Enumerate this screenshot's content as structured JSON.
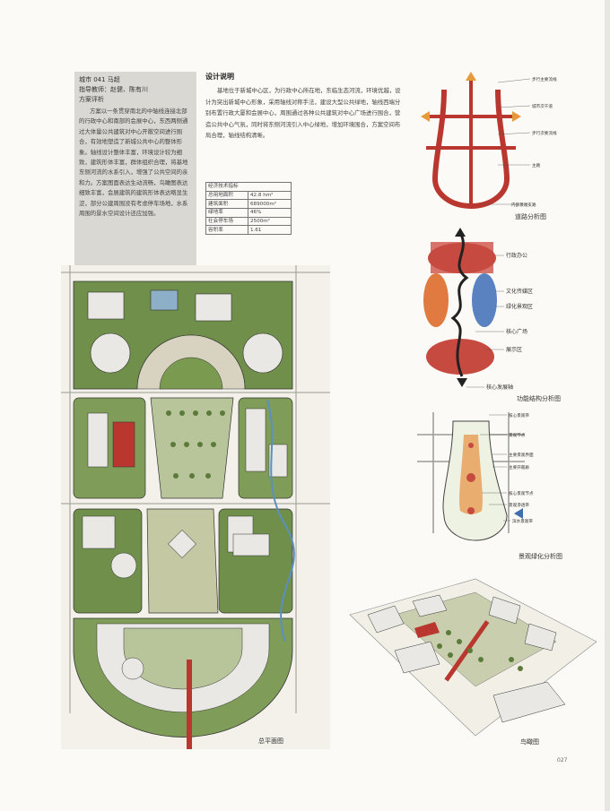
{
  "intro": {
    "case": "城市 041  马超",
    "advisors": "指导教师：赵健、陈有川",
    "review_title": "方案评析",
    "review_body": "方案以一条贯穿南北的中轴线连接北部的行政中心和南部的会展中心，东西两侧通过大体量公共建筑对中心开敞空间进行围合，有效地塑造了新城公共中心的整体形象。轴线设计整体丰富，环境设计较为细致，建筑形体丰富，群体组织合理，将基地东侧河流的水系引入，增强了公共空间的亲和力。方案图面表达生动流畅，鸟瞰图表达细致丰富，会展建筑的建筑形体表达略显生涩，部分公建周围没有考虑停车场地，水系周围的景水空间设计还应加强。"
  },
  "design": {
    "title": "设计说明",
    "body": "基地位于新城中心区，为行政中心所在地，东临生态河流，环境优越，设计为突出新城中心形象，采用轴线对称手法，建设大型公共绿地，轴线西端分别布置行政大厦和会展中心，周围通过各种公共建筑对中心广场进行围合，营造公共中心气氛，同时将东侧河流引入中心绿地，增加环境围合，方案空间布局合理，轴线结构清晰。"
  },
  "indicators": {
    "header": "经济技术指标",
    "rows": [
      {
        "k": "总用地面积",
        "v": "42.8 hm²"
      },
      {
        "k": "建筑面积",
        "v": "689000m²"
      },
      {
        "k": "绿地率",
        "v": "46%"
      },
      {
        "k": "社会停车场",
        "v": "2500m²"
      },
      {
        "k": "容积率",
        "v": "1.61"
      }
    ]
  },
  "road_diagram": {
    "caption": "道路分析图",
    "labels": [
      "步行主要流线",
      "城市次干道",
      "步行次要流线",
      "主路",
      "内部景观支路"
    ]
  },
  "function_diagram": {
    "caption": "功能结构分析图",
    "labels": [
      "行政办公",
      "文化传媒区",
      "绿化景观区",
      "核心广场",
      "展示区",
      "核心发展轴"
    ]
  },
  "landscape_diagram": {
    "caption": "景观绿化分析图",
    "labels": [
      "核心景观带",
      "景观节点",
      "主要景观界面",
      "主要开敞廊",
      "核心景观节点",
      "景观渗透带",
      "滨水景观带"
    ]
  },
  "site_plan": {
    "caption": "总平面图"
  },
  "aerial": {
    "caption": "鸟瞰图"
  },
  "page_number": "027",
  "colors": {
    "green": "#5c7a3a",
    "red": "#b9372e",
    "blue": "#3f6fb0",
    "gray": "#d9d8d3"
  }
}
